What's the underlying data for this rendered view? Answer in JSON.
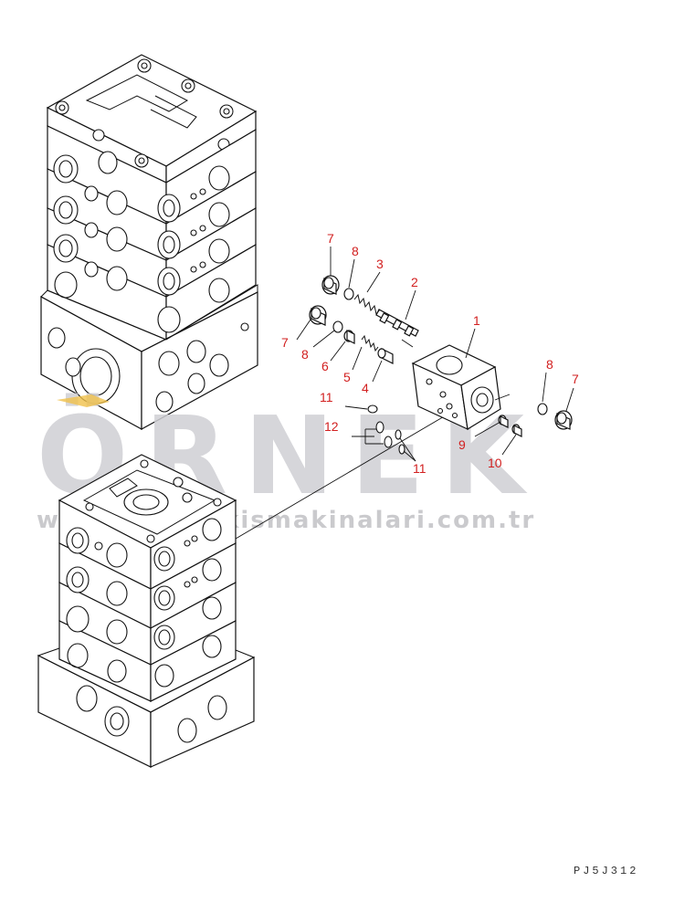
{
  "watermark": {
    "text": "ÖRNEK",
    "url": "www.ozyedekismakinalari.com.tr",
    "colors": {
      "text": "#cfcfd3",
      "accent": "#f0c04a"
    }
  },
  "drawing_code": "PJ5J312",
  "label_color": "#d22020",
  "part_labels": [
    {
      "id": "p1",
      "text": "1"
    },
    {
      "id": "p2",
      "text": "2"
    },
    {
      "id": "p3",
      "text": "3"
    },
    {
      "id": "p4",
      "text": "4"
    },
    {
      "id": "p5",
      "text": "5"
    },
    {
      "id": "p6",
      "text": "6"
    },
    {
      "id": "p7a",
      "text": "7"
    },
    {
      "id": "p7b",
      "text": "7"
    },
    {
      "id": "p7c",
      "text": "7"
    },
    {
      "id": "p8a",
      "text": "8"
    },
    {
      "id": "p8b",
      "text": "8"
    },
    {
      "id": "p8c",
      "text": "8"
    },
    {
      "id": "p9",
      "text": "9"
    },
    {
      "id": "p10",
      "text": "10"
    },
    {
      "id": "p11a",
      "text": "11"
    },
    {
      "id": "p11b",
      "text": "11"
    },
    {
      "id": "p12",
      "text": "12"
    }
  ]
}
